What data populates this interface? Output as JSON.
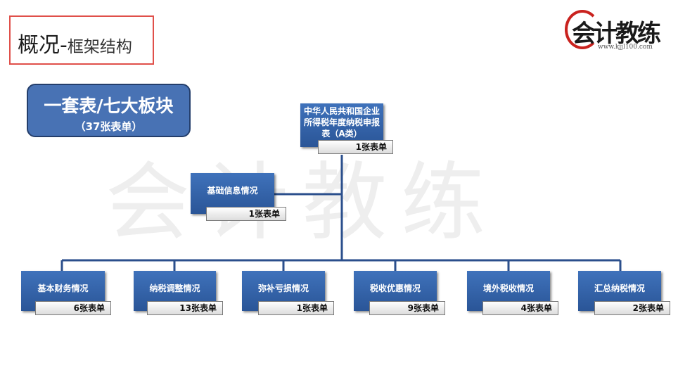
{
  "header": {
    "title_main": "概况",
    "title_dash": "-",
    "title_sub": "框架结构"
  },
  "logo": {
    "brand": "会计教练",
    "url": "www.kjjl100.com"
  },
  "badge": {
    "line1": "一套表/七大板块",
    "line2": "（37张表单）"
  },
  "root": {
    "label": "中华人民共和国企业所得税年度纳税申报表（A类）",
    "count": "1张表单"
  },
  "info": {
    "label": "基础信息情况",
    "count": "1张表单"
  },
  "sections": [
    {
      "label": "基本财务情况",
      "count": "6张表单"
    },
    {
      "label": "纳税调整情况",
      "count": "13张表单"
    },
    {
      "label": "弥补亏损情况",
      "count": "1张表单"
    },
    {
      "label": "税收优惠情况",
      "count": "9张表单"
    },
    {
      "label": "境外税收情况",
      "count": "4张表单"
    },
    {
      "label": "汇总纳税情况",
      "count": "2张表单"
    }
  ],
  "colors": {
    "box_blue": "#3f72bb",
    "line_blue": "#2b4f8c",
    "title_border": "#e0504a"
  }
}
